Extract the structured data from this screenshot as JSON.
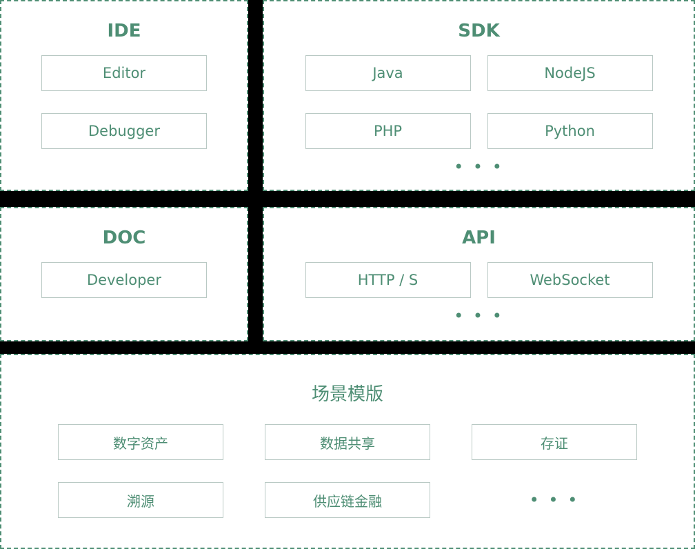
{
  "theme": {
    "accent_color": "#4e8e74",
    "box_border_color": "#b9c9c4",
    "panel_background": "#ffffff",
    "canvas_background": "#000000"
  },
  "panels": [
    {
      "id": "ide",
      "title": "IDE",
      "columns": 1,
      "items": [
        "Editor",
        "Debugger"
      ],
      "ellipsis": ""
    },
    {
      "id": "sdk",
      "title": "SDK",
      "columns": 2,
      "items": [
        "Java",
        "NodeJS",
        "PHP",
        "Python"
      ],
      "ellipsis": "• • •"
    },
    {
      "id": "doc",
      "title": "DOC",
      "columns": 1,
      "items": [
        "Developer"
      ],
      "ellipsis": ""
    },
    {
      "id": "api",
      "title": "API",
      "columns": 2,
      "items": [
        "HTTP / S",
        "WebSocket"
      ],
      "ellipsis": "• • •"
    },
    {
      "id": "scenario",
      "title": "场景模版",
      "columns": 3,
      "items": [
        "数字资产",
        "数据共享",
        "存证",
        "溯源",
        "供应链金融"
      ],
      "ellipsis": "• • •"
    }
  ]
}
